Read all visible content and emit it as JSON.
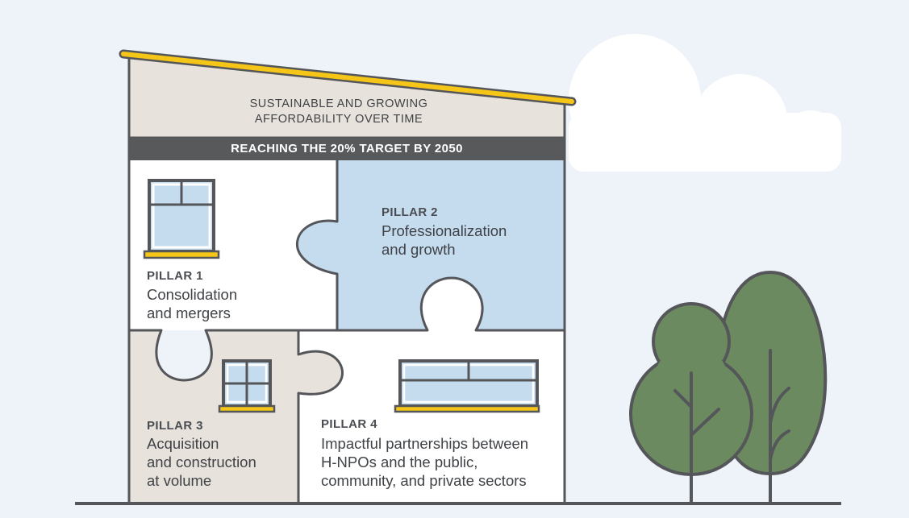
{
  "header": {
    "roof_line1": "SUSTAINABLE AND GROWING",
    "roof_line2": "AFFORDABILITY OVER TIME",
    "target_band": "REACHING THE 20% TARGET BY 2050"
  },
  "pillars": [
    {
      "heading": "PILLAR 1",
      "desc_line1": "Consolidation",
      "desc_line2": "and mergers"
    },
    {
      "heading": "PILLAR 2",
      "desc_line1": "Professionalization",
      "desc_line2": "and growth"
    },
    {
      "heading": "PILLAR 3",
      "desc_line1": "Acquisition",
      "desc_line2": "and construction",
      "desc_line3": "at volume"
    },
    {
      "heading": "PILLAR 4",
      "desc_line1": "Impactful partnerships between",
      "desc_line2": "H-NPOs and the public,",
      "desc_line3": "community, and private sectors"
    }
  ],
  "colors": {
    "background": "#eef3f9",
    "roof_beam": "#f5c518",
    "roof_fill": "#e8e2dc",
    "band": "#58595b",
    "pillar1": "#ffffff",
    "pillar2": "#c5dbee",
    "pillar3": "#e8e2dc",
    "pillar4": "#ffffff",
    "outline": "#545659",
    "tree": "#6c8a60"
  },
  "icons": [
    "cloud-icon",
    "window-icon",
    "tree-icon"
  ]
}
